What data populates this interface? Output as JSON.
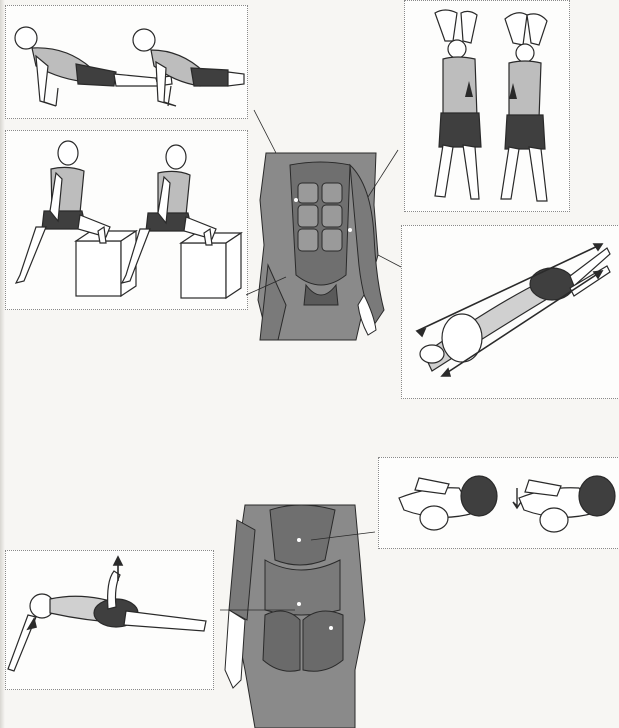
{
  "page": {
    "background_color": "#f7f6f3",
    "theme": "stretching exercise illustrations with muscle anatomy"
  },
  "colors": {
    "figure_outline": "#2a2a2a",
    "figure_fill": "#ffffff",
    "muscle_dark": "#6f6f6f",
    "muscle_mid": "#8a8a8a",
    "shorts": "#3f3f3f",
    "panel_border": "#8a8a8a"
  },
  "panels": [
    {
      "id": "panel-pushup-stretch",
      "figures": 2,
      "icon": "stretch-illustration"
    },
    {
      "id": "panel-lunge-stretch",
      "figures": 2,
      "icon": "stretch-illustration"
    },
    {
      "id": "panel-overhead-side-stretch",
      "figures": 2,
      "icon": "stretch-illustration"
    },
    {
      "id": "panel-lying-full-body-stretch",
      "figures": 1,
      "icon": "stretch-illustration"
    },
    {
      "id": "panel-knee-hug-stretch",
      "figures": 2,
      "icon": "stretch-illustration"
    },
    {
      "id": "panel-lying-leg-stretch",
      "figures": 1,
      "icon": "stretch-illustration"
    }
  ],
  "anatomy": [
    {
      "id": "anatomy-front-torso",
      "view": "anterior",
      "icon": "muscle-anatomy-illustration"
    },
    {
      "id": "anatomy-back-torso",
      "view": "posterior",
      "icon": "muscle-anatomy-illustration"
    }
  ]
}
